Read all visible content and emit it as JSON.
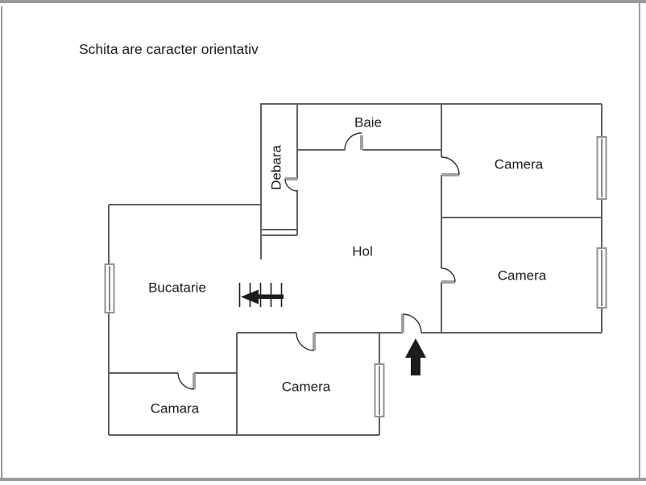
{
  "title": "Schita are caracter orientativ",
  "plan": {
    "rooms": [
      {
        "name": "baie",
        "label": "Baie"
      },
      {
        "name": "debara",
        "label": "Debara"
      },
      {
        "name": "camera-top-right",
        "label": "Camera"
      },
      {
        "name": "camera-middle-right",
        "label": "Camera"
      },
      {
        "name": "hol",
        "label": "Hol"
      },
      {
        "name": "bucatarie",
        "label": "Bucatarie"
      },
      {
        "name": "camera-bottom",
        "label": "Camera"
      },
      {
        "name": "camara",
        "label": "Camara"
      }
    ],
    "symbols": [
      {
        "name": "entrance-arrow-icon",
        "meaning": "entrance, black arrow pointing up"
      },
      {
        "name": "hatched-arrow-icon",
        "meaning": "hatched arrow pointing left in passage between Bucatarie and Hol"
      }
    ],
    "colors": {
      "wall": "#606060",
      "door_leaf": "#a0a0a0",
      "door_arc": "#303030",
      "window_frame": "#909090",
      "text": "#1b1b1b",
      "symbol": "#1c1c1c",
      "frame": "#9a9a9a",
      "background": "#ffffff"
    }
  }
}
